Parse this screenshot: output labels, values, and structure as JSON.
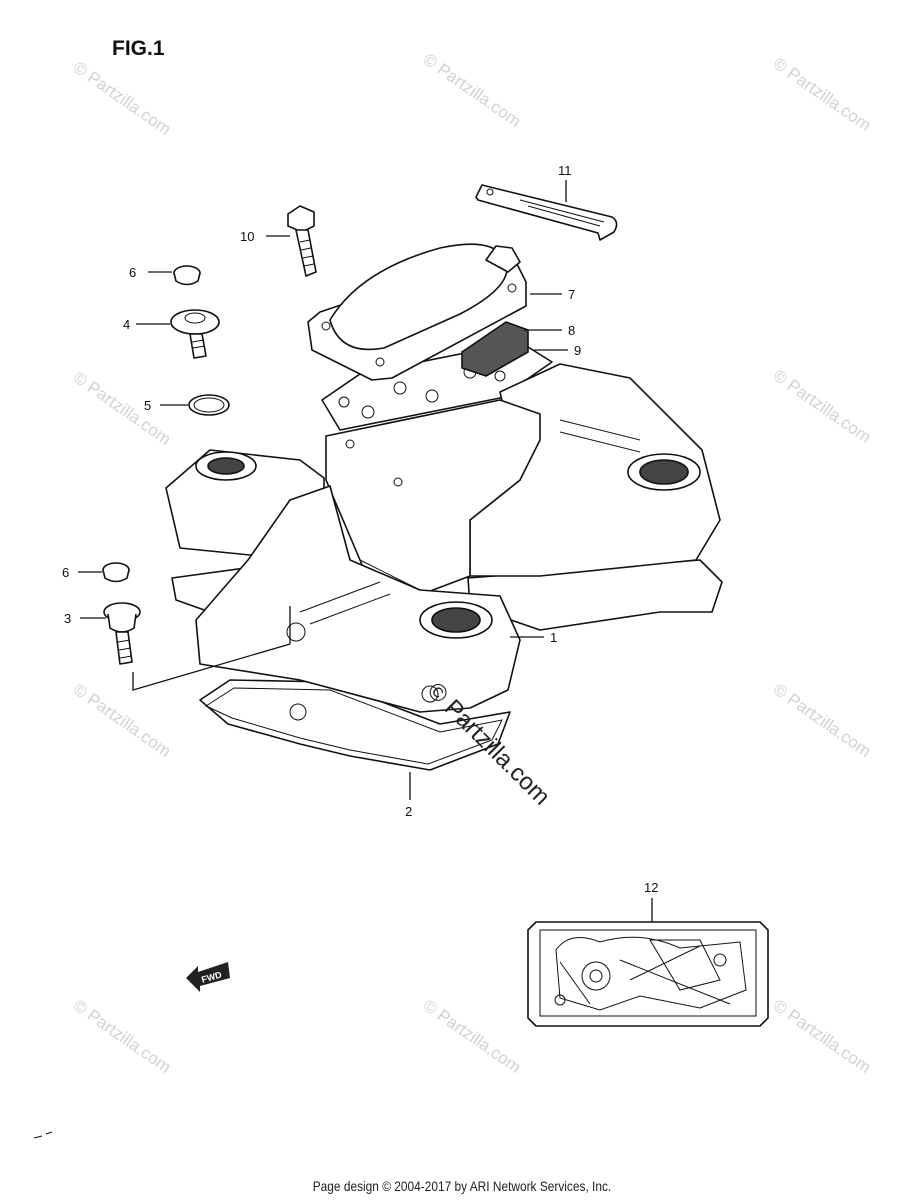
{
  "figure": {
    "title": "FIG.1"
  },
  "callouts": [
    {
      "id": "c1",
      "text": "1"
    },
    {
      "id": "c2",
      "text": "2"
    },
    {
      "id": "c3",
      "text": "3"
    },
    {
      "id": "c4",
      "text": "4"
    },
    {
      "id": "c5",
      "text": "5"
    },
    {
      "id": "c6a",
      "text": "6"
    },
    {
      "id": "c6b",
      "text": "6"
    },
    {
      "id": "c7",
      "text": "7"
    },
    {
      "id": "c8",
      "text": "8"
    },
    {
      "id": "c9",
      "text": "9"
    },
    {
      "id": "c10",
      "text": "10"
    },
    {
      "id": "c11",
      "text": "11"
    },
    {
      "id": "c12",
      "text": "12"
    }
  ],
  "fwd_label": "FWD",
  "watermark": {
    "small": "© Partzilla.com",
    "large": "© Partzilla.com"
  },
  "footer": {
    "text": "Page design © 2004-2017 by ARI Network Services, Inc."
  }
}
